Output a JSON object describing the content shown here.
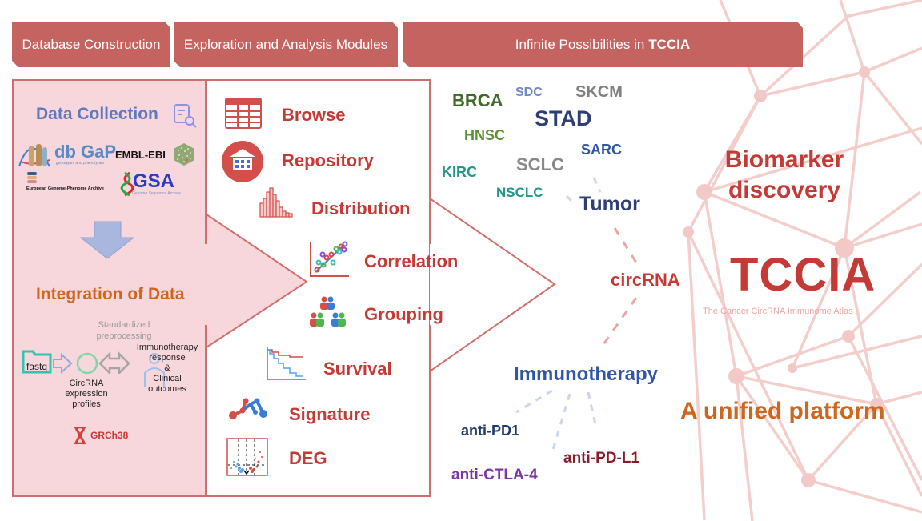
{
  "header_tabs": [
    {
      "label": "Database Construction"
    },
    {
      "label": "Exploration and Analysis Modules"
    },
    {
      "label_prefix": "Infinite Possibilities in",
      "label_bold": "TCCIA"
    }
  ],
  "database_construction": {
    "data_collection_title": "Data Collection",
    "sources": {
      "dbgap": {
        "name": "db GaP",
        "tagline": "genotypes and phenotypes"
      },
      "embl": {
        "name": "EMBL-EBI"
      },
      "ega": {
        "name": "European Genome-Phenome Archive"
      },
      "gsa": {
        "name": "GSA",
        "tagline": "Genome Sequence Archive"
      }
    },
    "integration_title": "Integration of Data",
    "preprocessing_label": "Standardized\npreprocessing",
    "fastq_label": "fastq",
    "circrna_label": "CircRNA\nexpression\nprofiles",
    "clinical_label": "Immunotherapy\nresponse\n&\nClinical\noutcomes",
    "genome_label": "GRCh38"
  },
  "modules": [
    {
      "label": "Browse",
      "icon": "table-icon"
    },
    {
      "label": "Repository",
      "icon": "repository-icon"
    },
    {
      "label": "Distribution",
      "icon": "histogram-icon"
    },
    {
      "label": "Correlation",
      "icon": "scatter-plot-icon"
    },
    {
      "label": "Grouping",
      "icon": "group-icon"
    },
    {
      "label": "Survival",
      "icon": "survival-curve-icon"
    },
    {
      "label": "Signature",
      "icon": "network-icon"
    },
    {
      "label": "DEG",
      "icon": "volcano-plot-icon"
    }
  ],
  "possibilities": {
    "cancer_types": [
      {
        "label": "BRCA",
        "color": "#3f6b2a"
      },
      {
        "label": "SDC",
        "color": "#6f86c9"
      },
      {
        "label": "SKCM",
        "color": "#808080"
      },
      {
        "label": "STAD",
        "color": "#2e3f73"
      },
      {
        "label": "HNSC",
        "color": "#5b9233"
      },
      {
        "label": "SARC",
        "color": "#2f57a6"
      },
      {
        "label": "SCLC",
        "color": "#8a8a8a"
      },
      {
        "label": "KIRC",
        "color": "#23968a"
      },
      {
        "label": "NSCLC",
        "color": "#23968a"
      }
    ],
    "tumor_label": "Tumor",
    "circrna_label": "circRNA",
    "immunotherapy_label": "Immunotherapy",
    "therapies": [
      {
        "label": "anti-PD1",
        "color": "#1f3a6b"
      },
      {
        "label": "anti-PD-L1",
        "color": "#8b1a2a"
      },
      {
        "label": "anti-CTLA-4",
        "color": "#7b35a8"
      }
    ],
    "biomarker_label": "Biomarker\ndiscovery",
    "brand_name": "TCCIA",
    "brand_full": "The Cancer CircRNA Immunome Atlas",
    "platform_label": "A unified platform"
  },
  "colors": {
    "accent_red": "#c63a36",
    "tab_red": "#c4635f",
    "panel_pink": "#f8d7dc",
    "orange": "#d0661d",
    "blue": "#2f57a6"
  }
}
